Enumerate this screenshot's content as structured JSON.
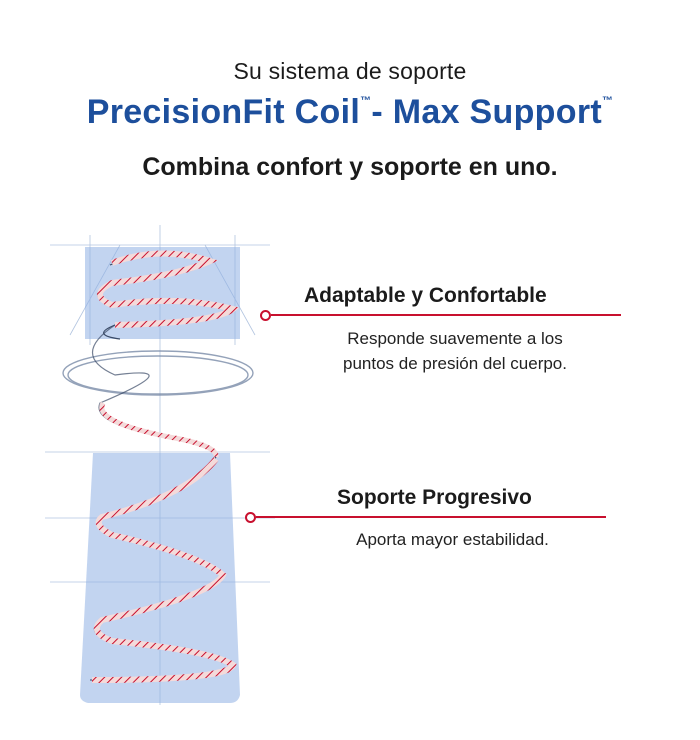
{
  "header": {
    "subtitle": "Su sistema de soporte",
    "title_part1": "PrecisionFit Coil",
    "title_tm1": "™",
    "title_part2": "- Max Support",
    "title_tm2": "™",
    "tagline": "Combina confort y soporte en uno."
  },
  "features": [
    {
      "heading": "Adaptable y Confortable",
      "description_line1": "Responde suavemente a los",
      "description_line2": "puntos de presión del cuerpo."
    },
    {
      "heading": "Soporte Progresivo",
      "description_line1": "Aporta mayor estabilidad.",
      "description_line2": ""
    }
  ],
  "colors": {
    "brand_blue": "#1d4f9c",
    "accent_red": "#c8102e",
    "panel_blue": "#8fb0e3",
    "text_dark": "#1b1b1b"
  }
}
